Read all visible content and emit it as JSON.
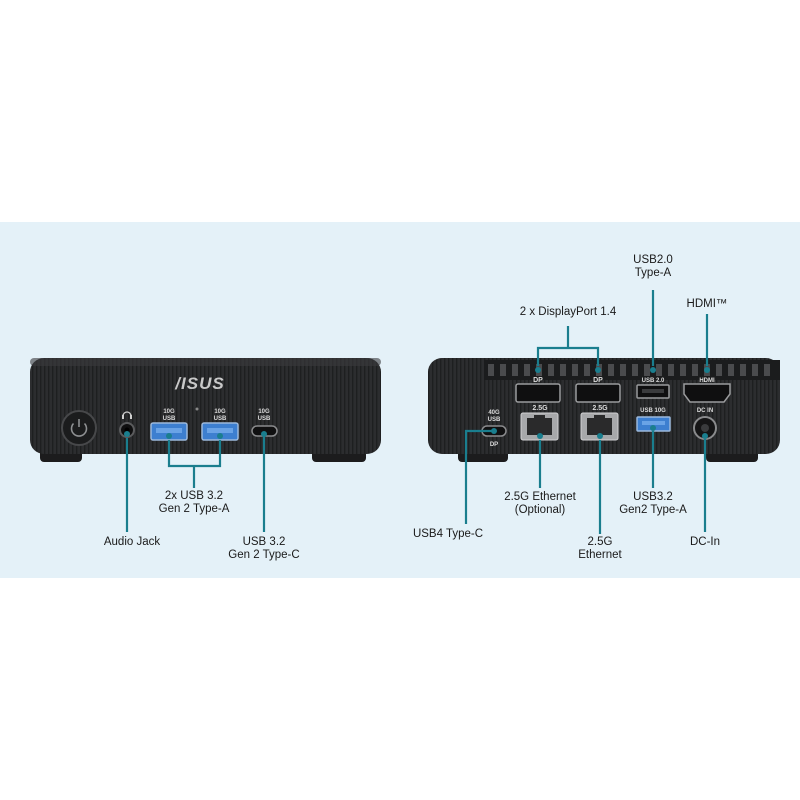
{
  "front": {
    "brand": "/ISUS",
    "port_marks": {
      "usb_a1": [
        "10G",
        "USB"
      ],
      "usb_a2": [
        "10G",
        "USB"
      ],
      "usb_c": [
        "10G",
        "USB"
      ]
    }
  },
  "rear": {
    "port_marks": {
      "dp1": "DP",
      "dp2": "DP",
      "usb20": "USB 2.0",
      "hdmi": "HDMI",
      "eth1": "2.5G",
      "eth2": "2.5G",
      "usb10": "USB 10G",
      "dcin": "DC IN",
      "usb4_top": [
        "40G",
        "USB"
      ],
      "usb4_bottom": "DP"
    }
  },
  "labels": {
    "audio_jack": "Audio Jack",
    "front_usb_a": [
      "2x USB 3.2",
      "Gen 2 Type-A"
    ],
    "front_usb_c": [
      "USB 3.2",
      "Gen 2 Type-C"
    ],
    "usb4": "USB4 Type-C",
    "ethernet_optional": [
      "2.5G Ethernet",
      "(Optional)"
    ],
    "ethernet": [
      "2.5G",
      "Ethernet"
    ],
    "rear_usb_a": [
      "USB3.2",
      "Gen2 Type-A"
    ],
    "dc_in": "DC-In",
    "displayport": "2 x DisplayPort 1.4",
    "usb20": [
      "USB2.0",
      "Type-A"
    ],
    "hdmi": "HDMI™"
  },
  "colors": {
    "panel_bg": "#e4f1f8",
    "callout": "#1a7e8e",
    "device_body": "#2a2b2d",
    "usb_blue": "#3d7fd0"
  }
}
